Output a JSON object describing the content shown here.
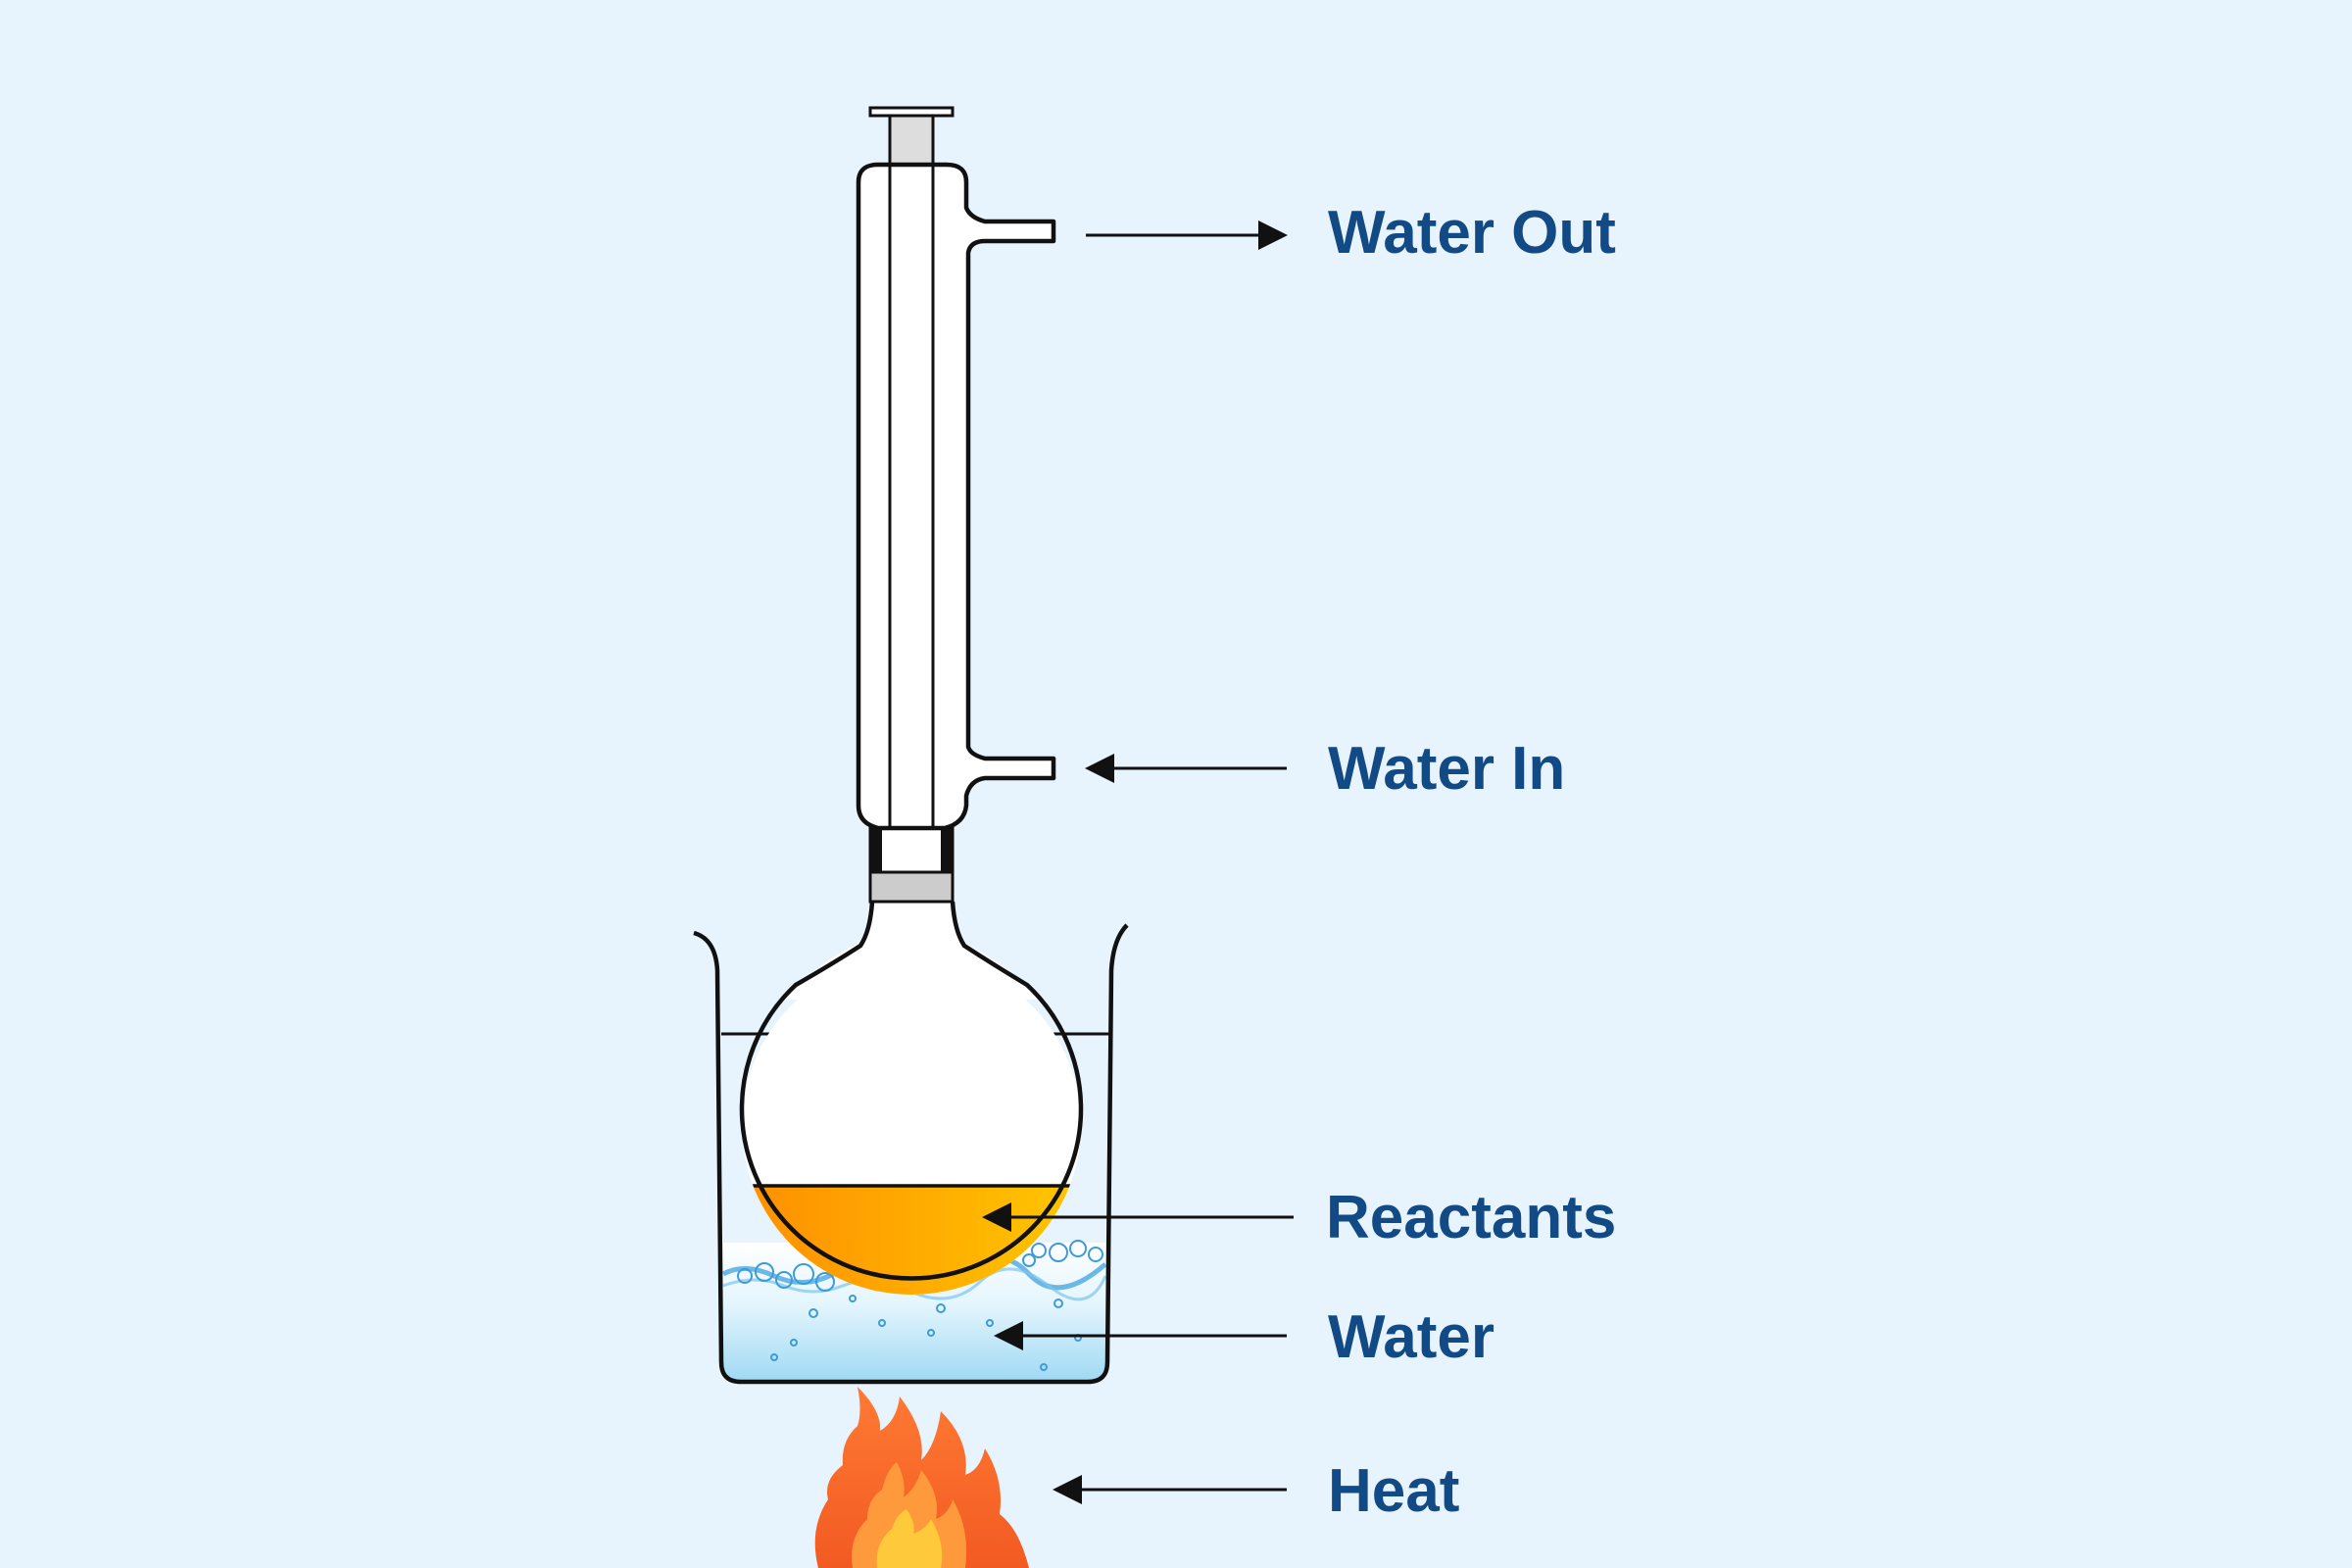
{
  "diagram": {
    "labels": {
      "water_out": "Water Out",
      "water_in": "Water In",
      "reactants": "Reactants",
      "water": "Water",
      "heat": "Heat"
    },
    "colors": {
      "background": "#e8f4fd",
      "label_text": "#124a85",
      "outline": "#111111",
      "reactant_light": "#ffcc00",
      "reactant_dark": "#ff8c00",
      "water_light": "#c9ecfb",
      "water_dark": "#8fd3f2",
      "flame_outer": "#f26b2e",
      "flame_inner": "#ffc93c",
      "stopper": "#cccccc"
    }
  }
}
